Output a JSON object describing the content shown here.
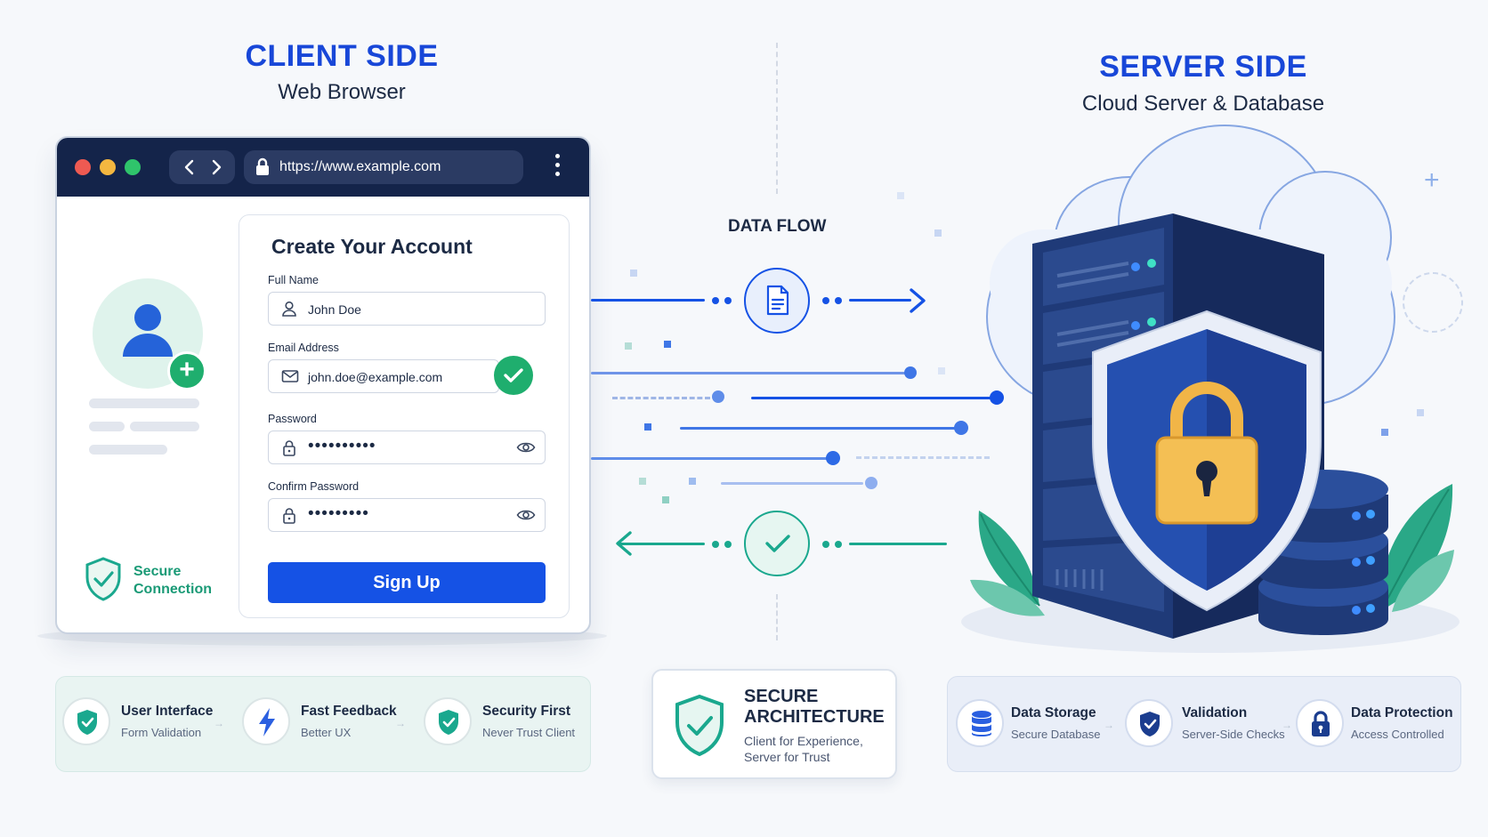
{
  "client": {
    "title": "CLIENT SIDE",
    "subtitle": "Web Browser",
    "browser": {
      "url": "https://www.example.com",
      "back_icon": "chevron-left-icon",
      "forward_icon": "chevron-right-icon"
    },
    "secure_connection": {
      "line1": "Secure",
      "line2": "Connection"
    },
    "form": {
      "title": "Create Your Account",
      "full_name_label": "Full Name",
      "full_name_value": "John Doe",
      "email_label": "Email Address",
      "email_value": "john.doe@example.com",
      "password_label": "Password",
      "password_value": "••••••••••",
      "confirm_label": "Confirm Password",
      "confirm_value": "•••••••••",
      "submit_label": "Sign Up"
    }
  },
  "flow": {
    "label": "DATA FLOW"
  },
  "server": {
    "title": "SERVER SIDE",
    "subtitle": "Cloud Server & Database"
  },
  "client_features": [
    {
      "title": "User Interface",
      "subtitle": "Form Validation",
      "icon": "shield-check-icon"
    },
    {
      "title": "Fast Feedback",
      "subtitle": "Better UX",
      "icon": "lightning-icon"
    },
    {
      "title": "Security First",
      "subtitle": "Never Trust Client",
      "icon": "shield-check-icon"
    }
  ],
  "architecture": {
    "title_line1": "SECURE",
    "title_line2": "ARCHITECTURE",
    "desc_line1": "Client for Experience,",
    "desc_line2": "Server for Trust"
  },
  "server_features": [
    {
      "title": "Data Storage",
      "subtitle": "Secure Database",
      "icon": "database-icon"
    },
    {
      "title": "Validation",
      "subtitle": "Server-Side Checks",
      "icon": "shield-check-icon"
    },
    {
      "title": "Data Protection",
      "subtitle": "Access Controlled",
      "icon": "lock-icon"
    }
  ],
  "colors": {
    "primary_blue": "#1552e5",
    "navy": "#14244a",
    "green": "#1fae6e",
    "teal": "#1aa88e"
  }
}
